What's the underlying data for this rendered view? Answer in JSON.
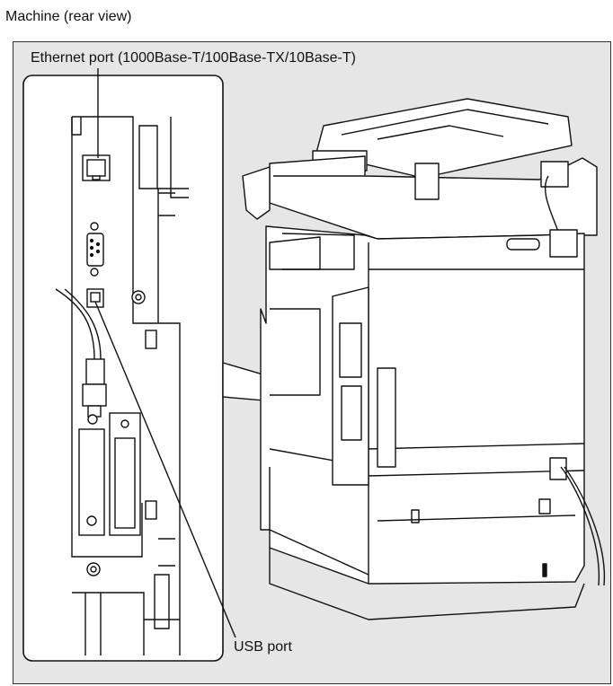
{
  "caption": "Machine (rear view)",
  "labels": {
    "ethernet": "Ethernet port (1000Base-T/100Base-TX/10Base-T)",
    "usb": "USB port"
  },
  "colors": {
    "background_panel": "#e6e6e6",
    "line": "#111111",
    "fill": "#ffffff"
  }
}
